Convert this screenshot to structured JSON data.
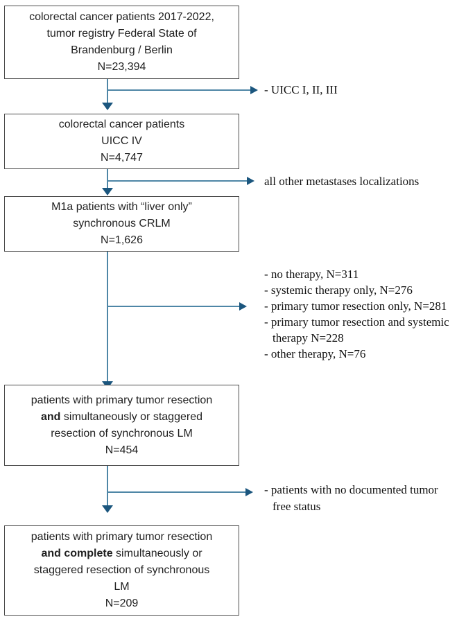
{
  "colors": {
    "connector_line": "#4e86a6",
    "connector_arrowhead": "#1b567e",
    "box_border": "#4a4a4a",
    "box_text": "#1f1f1f",
    "note_text": "#121212",
    "background": "#ffffff"
  },
  "boxes": [
    {
      "lines": [
        {
          "b": "",
          "t": "colorectal cancer patients 2017-2022,"
        },
        {
          "b": "",
          "t": "tumor registry Federal State of"
        },
        {
          "b": "",
          "t": "Brandenburg / Berlin"
        },
        {
          "b": "",
          "t": "N=23,394"
        }
      ]
    },
    {
      "lines": [
        {
          "b": "",
          "t": "colorectal cancer patients"
        },
        {
          "b": "",
          "t": "UICC IV"
        },
        {
          "b": "",
          "t": "N=4,747"
        }
      ]
    },
    {
      "lines": [
        {
          "b": "",
          "t": "M1a patients with “liver only”"
        },
        {
          "b": "",
          "t": "synchronous CRLM"
        },
        {
          "b": "",
          "t": "N=1,626"
        }
      ]
    },
    {
      "lines": [
        {
          "b": "",
          "t": "patients with primary tumor resection"
        },
        {
          "b": "and",
          "t": " simultaneously or staggered"
        },
        {
          "b": "",
          "t": "resection of synchronous LM"
        },
        {
          "b": "",
          "t": "N=454"
        }
      ]
    },
    {
      "lines": [
        {
          "b": "",
          "t": "patients with primary tumor resection"
        },
        {
          "b": "and complete",
          "t": " simultaneously or"
        },
        {
          "b": "",
          "t": "staggered resection of synchronous"
        },
        {
          "b": "",
          "t": "LM"
        },
        {
          "b": "",
          "t": "N=209"
        }
      ]
    }
  ],
  "side_notes": [
    {
      "lines": [
        "- UICC I, II, III"
      ]
    },
    {
      "lines": [
        "all other metastases localizations"
      ]
    },
    {
      "lines": [
        "- no therapy, N=311",
        "- systemic therapy only, N=276",
        "- primary tumor resection only, N=281",
        "- primary tumor resection and systemic",
        "therapy N=228",
        "- other therapy, N=76"
      ]
    },
    {
      "lines": [
        "- patients with no documented tumor",
        "free status"
      ]
    }
  ]
}
